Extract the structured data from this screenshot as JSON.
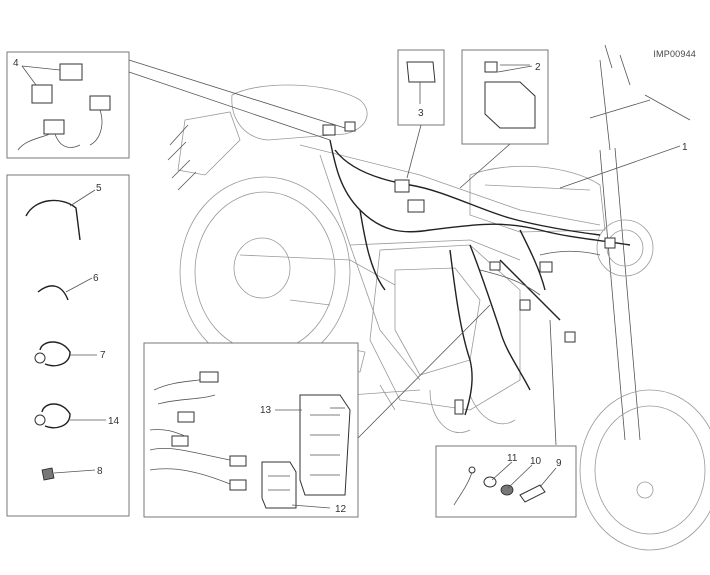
{
  "diagram": {
    "code": "IMP00944",
    "callouts": {
      "c1": "1",
      "c2": "2",
      "c3": "3",
      "c4": "4",
      "c5": "5",
      "c6": "6",
      "c7": "7",
      "c8": "8",
      "c9": "9",
      "c10": "10",
      "c11": "11",
      "c12": "12",
      "c13": "13",
      "c14": "14"
    }
  }
}
